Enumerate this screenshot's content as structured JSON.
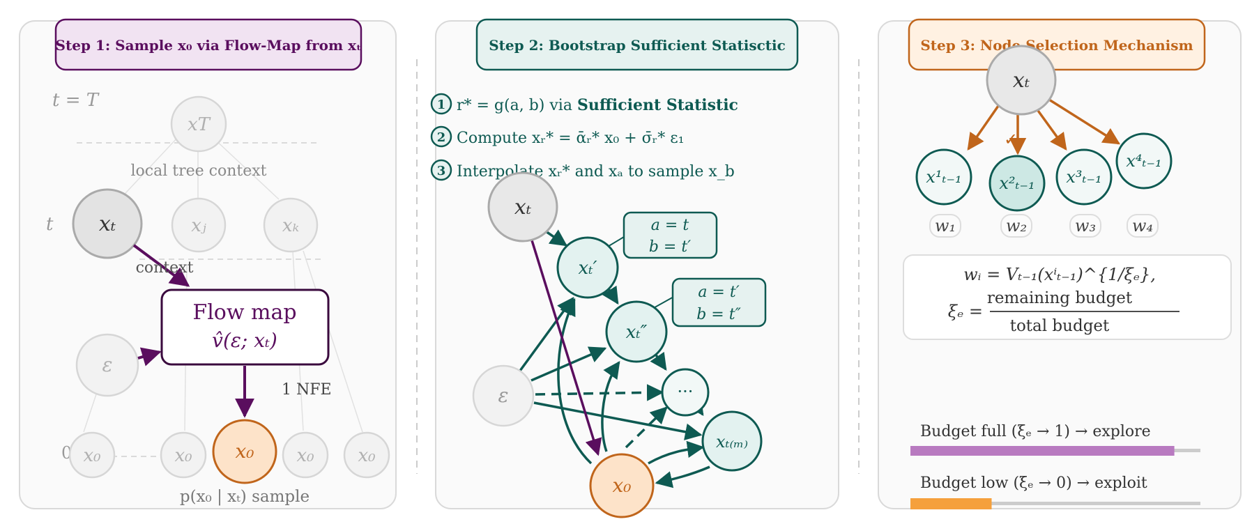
{
  "panel1": {
    "title": "Step 1: Sample x₀ via Flow-Map from xₜ",
    "t_eq_T": "t = T",
    "t_label": "t",
    "zero_label": "0",
    "local_context": "local tree context",
    "context": "context",
    "flowmap_title": "Flow map",
    "flowmap_formula": "v̂(ε; xₜ)",
    "nfe": "1 NFE",
    "sample_caption": "p(x₀ | xₜ) sample",
    "nodes": {
      "xT": "xT",
      "xt": "xₜ",
      "xj": "xⱼ",
      "xk": "xₖ",
      "eps": "ε",
      "x0": "x₀"
    }
  },
  "panel2": {
    "title": "Step 2: Bootstrap Sufficient Statisctic",
    "steps": [
      {
        "num": "1",
        "pre": "r* = g(a, b) via ",
        "bold": "Sufficient Statistic"
      },
      {
        "num": "2",
        "pre": "Compute xᵣ* = ᾱᵣ* x₀ + σ̄ᵣ* ε₁",
        "bold": ""
      },
      {
        "num": "3",
        "pre": "Interpolate xᵣ* and xₐ to sample x_b",
        "bold": ""
      }
    ],
    "nodes": {
      "xt": "xₜ",
      "xt1": "xₜ′",
      "xt2": "xₜ″",
      "dots": "···",
      "xtm": "xₜ₍ₘ₎",
      "eps": "ε",
      "x0": "x₀"
    },
    "box1": [
      "a = t",
      "b = t′"
    ],
    "box2": [
      "a = t′",
      "b = t″"
    ]
  },
  "panel3": {
    "title": "Step 3: Node Selection Mechanism",
    "root": "xₜ",
    "children": [
      "x¹ₜ₋₁",
      "x²ₜ₋₁",
      "x³ₜ₋₁",
      "x⁴ₜ₋₁"
    ],
    "weights": [
      "w₁",
      "w₂",
      "w₃",
      "w₄"
    ],
    "check": "✓",
    "formula1": "wᵢ  =  Vₜ₋₁(xⁱₜ₋₁)^{1/ξₑ},",
    "formula2_lhs": "ξₑ  =",
    "formula2_num": "remaining budget",
    "formula2_den": "total budget",
    "budget_full_label": "Budget full (ξₑ → 1) → explore",
    "budget_low_label": "Budget low (ξₑ → 0) → exploit",
    "budget_full_level": 0.91,
    "budget_low_level": 0.28,
    "budget_full_color": "#b87ac0",
    "budget_low_color": "#f5a03c"
  },
  "colors": {
    "purple": "#5a0e5e",
    "teal": "#0e5a52",
    "orange": "#c0651b",
    "grey": "#b0b0b0"
  }
}
